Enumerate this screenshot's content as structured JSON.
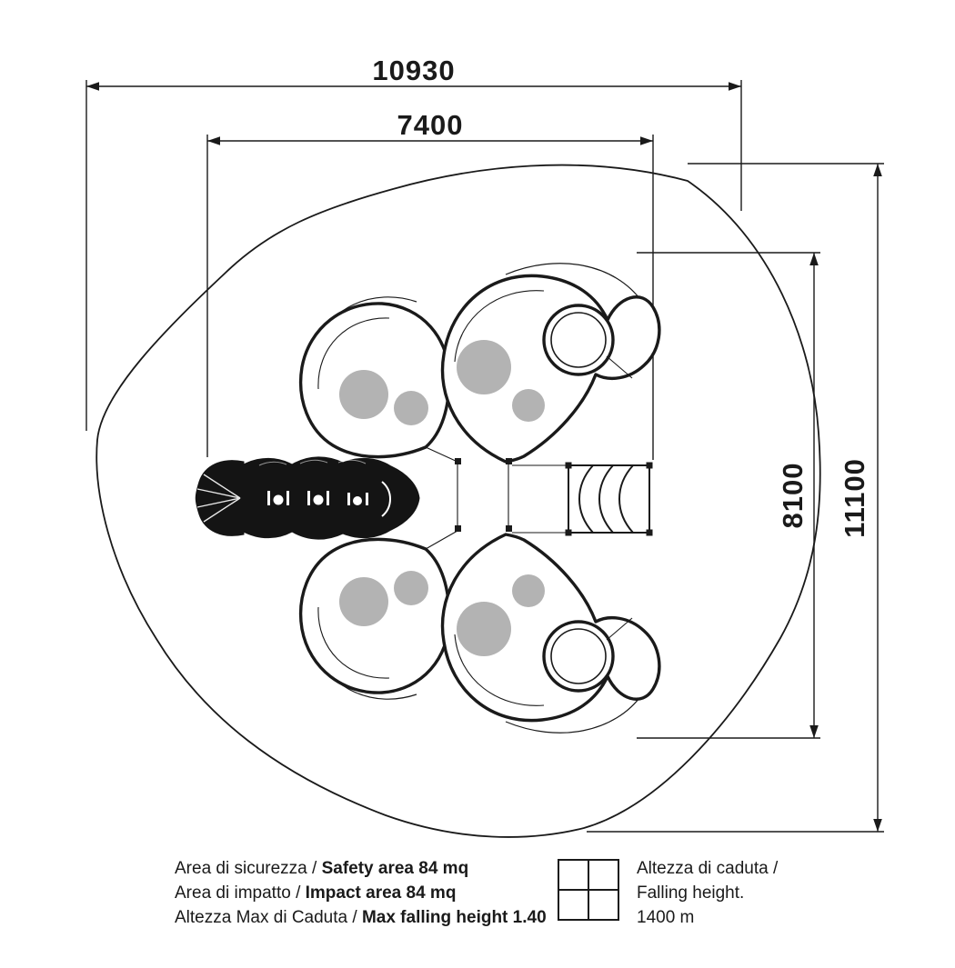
{
  "diagram": {
    "dimensions": {
      "total_width": "10930",
      "structure_width": "7400",
      "structure_height": "8100",
      "total_height": "11100"
    },
    "legend": {
      "rows": [
        {
          "label": "Area di sicurezza / ",
          "value": "Safety area 84 mq"
        },
        {
          "label": "Area di impatto / ",
          "value": "Impact area 84 mq"
        },
        {
          "label": "Altezza Max di Caduta / ",
          "value": "Max falling height 1.40"
        }
      ]
    },
    "falling_height_note": {
      "icon": "grid-2x2-icon",
      "line1": "Altezza di caduta /",
      "line2": "Falling height.",
      "line3": "1400 m"
    },
    "colors": {
      "line": "#1a1a1a",
      "gray_fill": "#b3b3b3",
      "background": "#ffffff"
    }
  }
}
